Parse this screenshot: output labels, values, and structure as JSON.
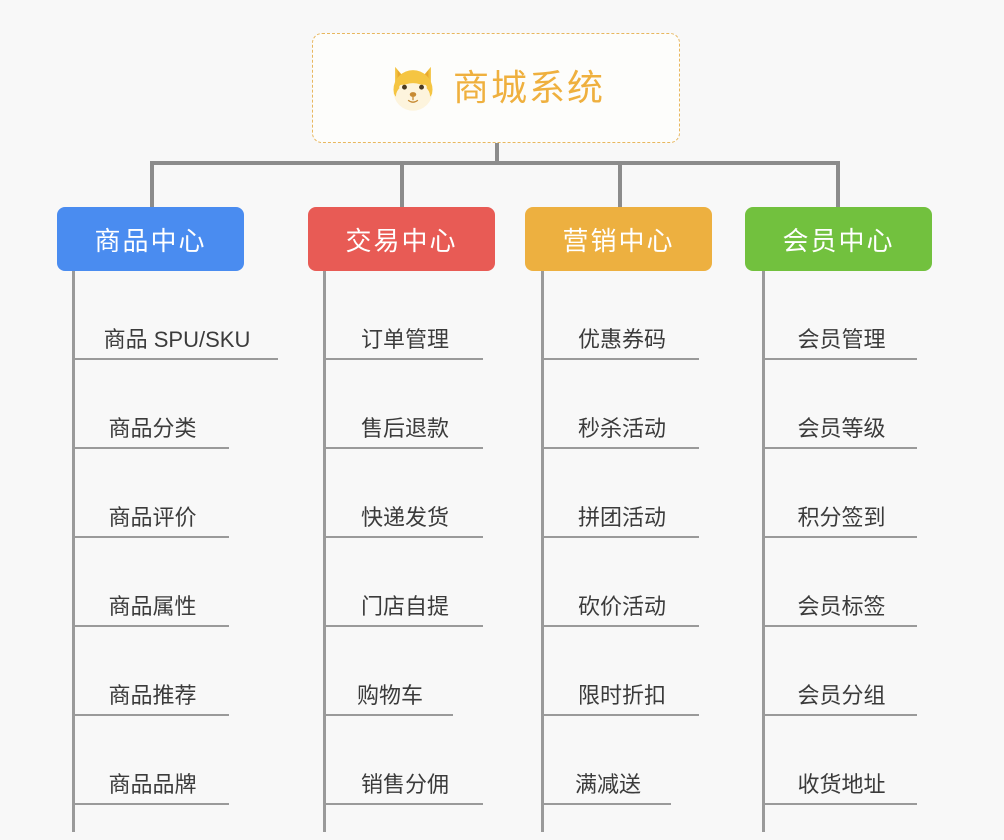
{
  "diagram": {
    "background_color": "#f8f8f8",
    "root": {
      "title": "商城系统",
      "icon": "shiba-dog-emoji",
      "text_color": "#efb03e",
      "border_color": "#e8b75e"
    },
    "connector_color": "#8c8c8c",
    "categories": [
      {
        "label": "商品中心",
        "color": "#4a8cf0",
        "items": [
          "商品 SPU/SKU",
          "商品分类",
          "商品评价",
          "商品属性",
          "商品推荐",
          "商品品牌"
        ]
      },
      {
        "label": "交易中心",
        "color": "#e85b55",
        "items": [
          "订单管理",
          "售后退款",
          "快递发货",
          "门店自提",
          "购物车",
          "销售分佣"
        ]
      },
      {
        "label": "营销中心",
        "color": "#edb040",
        "items": [
          "优惠券码",
          "秒杀活动",
          "拼团活动",
          "砍价活动",
          "限时折扣",
          "满减送"
        ]
      },
      {
        "label": "会员中心",
        "color": "#72c13e",
        "items": [
          "会员管理",
          "会员等级",
          "积分签到",
          "会员标签",
          "会员分组",
          "收货地址"
        ]
      }
    ]
  }
}
